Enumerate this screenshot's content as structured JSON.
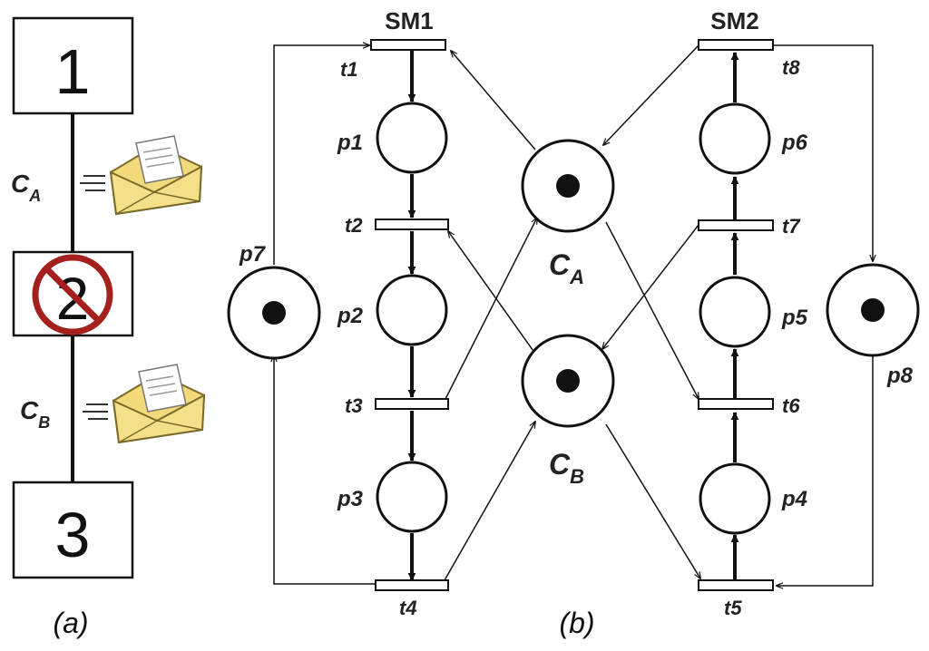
{
  "panel_a": {
    "stations": [
      "1",
      "2",
      "3"
    ],
    "channel_labels": {
      "ca_main": "C",
      "ca_sub": "A",
      "cb_main": "C",
      "cb_sub": "B"
    },
    "caption": "(a)"
  },
  "panel_b": {
    "machines": [
      "SM1",
      "SM2"
    ],
    "places": {
      "p1": "p1",
      "p2": "p2",
      "p3": "p3",
      "p4": "p4",
      "p5": "p5",
      "p6": "p6",
      "p7": "p7",
      "p8": "p8"
    },
    "transitions": {
      "t1": "t1",
      "t2": "t2",
      "t3": "t3",
      "t4": "t4",
      "t5": "t5",
      "t6": "t6",
      "t7": "t7",
      "t8": "t8"
    },
    "resource_labels": {
      "ca_main": "C",
      "ca_sub": "A",
      "cb_main": "C",
      "cb_sub": "B"
    },
    "caption": "(b)"
  },
  "colors": {
    "stroke": "#111111",
    "prohibit": "#a3201c",
    "envelope": "#f2d97a",
    "envelope_edge": "#7a6a2a"
  }
}
